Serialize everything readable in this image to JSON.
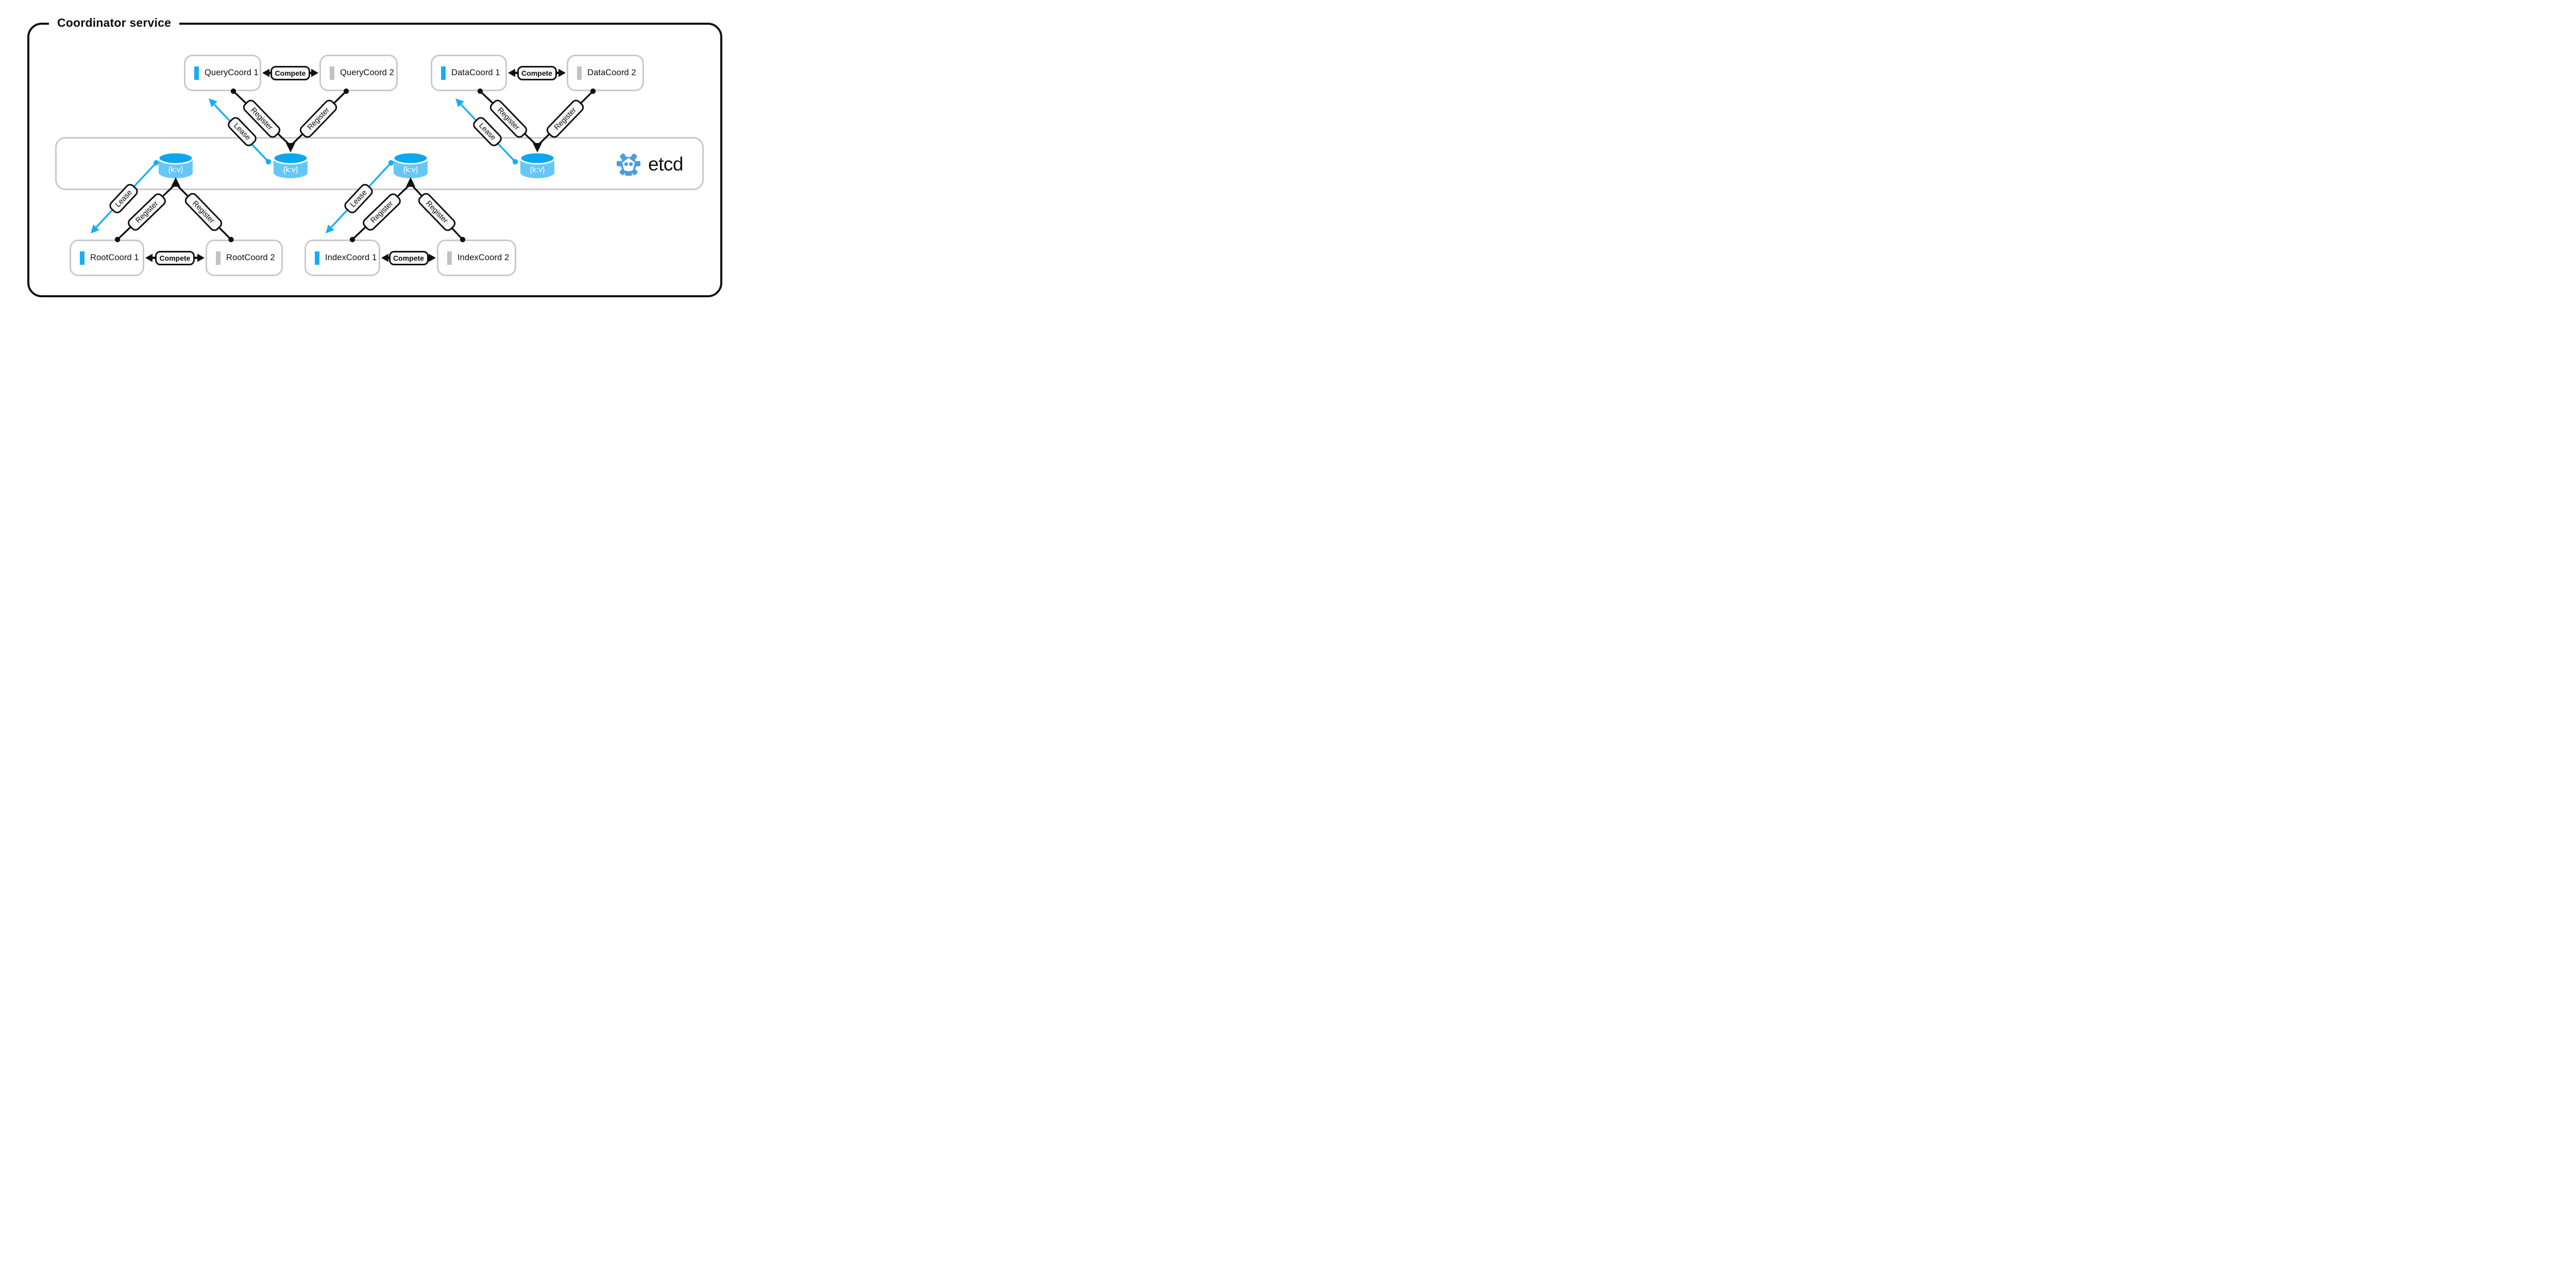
{
  "title": "Coordinator service",
  "etcd": {
    "name": "etcd",
    "kv_label": "{k:v}"
  },
  "edge_labels": {
    "compete": "Compete",
    "register": "Register",
    "lease": "Lease"
  },
  "pairs": [
    {
      "name": "querycoord",
      "node1": "QueryCoord 1",
      "node2": "QueryCoord 2"
    },
    {
      "name": "datacoord",
      "node1": "DataCoord 1",
      "node2": "DataCoord 2"
    },
    {
      "name": "rootcoord",
      "node1": "RootCoord 1",
      "node2": "RootCoord 2"
    },
    {
      "name": "indexcoord",
      "node1": "IndexCoord 1",
      "node2": "IndexCoord 2"
    }
  ],
  "colors": {
    "accent_blue": "#14aef5",
    "cylinder_top": "#0ba7f0",
    "cylinder_body": "#67c6f8",
    "standby_gray": "#c2c2c2",
    "border_gray": "#c9c9c9",
    "pill_bg": "#f7f7f7",
    "etcd_blue": "#4a9edb"
  }
}
